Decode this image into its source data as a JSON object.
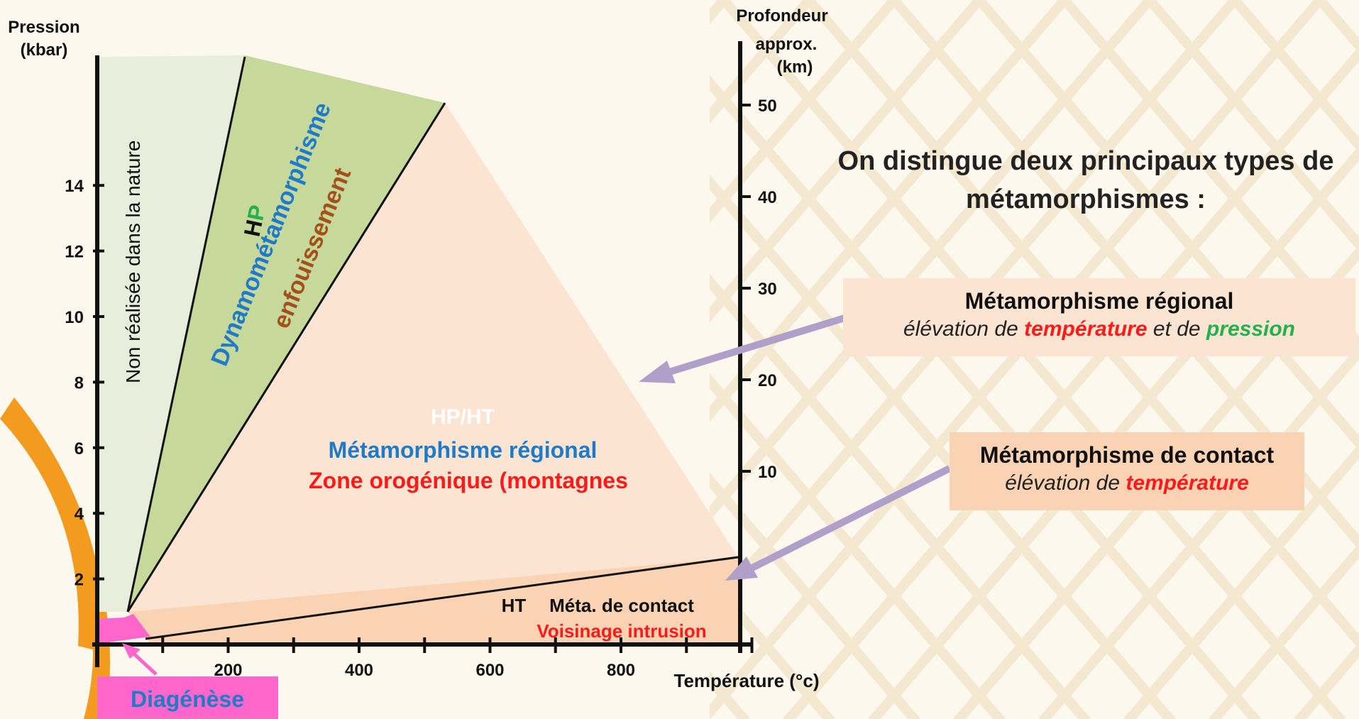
{
  "axes": {
    "y_title": "Pression\n(kbar)",
    "y_title_line1": "Pression",
    "y_title_line2": "(kbar)",
    "y_ticks": [
      "2",
      "4",
      "6",
      "8",
      "10",
      "12",
      "14"
    ],
    "x_title": "Température (°c)",
    "x_ticks": [
      "200",
      "400",
      "600",
      "800"
    ],
    "depth_title_line1": "Profondeur",
    "depth_title_line2": "approx.",
    "depth_title_line3": "(km)",
    "depth_ticks": [
      "10",
      "20",
      "30",
      "40",
      "50"
    ]
  },
  "zones": {
    "nature": "Non réalisée dans la nature",
    "hp_h": "H",
    "hp_p": "P",
    "dynamo": "Dynamométamorphisme",
    "enfouissement": "enfouissement",
    "hpht": "HP/HT",
    "regional_title": "Métamorphisme régional",
    "regional_sub": "Zone orogénique (montagnes",
    "ht": "HT",
    "contact_title": "Méta. de contact",
    "contact_sub": "Voisinage intrusion",
    "diagenese": "Diagénèse"
  },
  "intro": "On distingue deux principaux types de métamorphismes :",
  "box_regional": {
    "title": "Métamorphisme régional",
    "sub_prefix": "élévation de ",
    "sub_hl1": "température",
    "sub_mid": " et de ",
    "sub_hl2": "pression"
  },
  "box_contact": {
    "title": "Métamorphisme de contact",
    "sub_prefix": "élévation de ",
    "sub_hl1": "température"
  },
  "colors": {
    "nature_zone": "#e9eddc",
    "hp_zone": "#c6d89a",
    "regional_zone": "#fbe4d2",
    "contact_zone": "#f9d3b4",
    "diagenese": "#ff66cc",
    "arrow": "#b09fc8",
    "blue_text": "#1f7ac8",
    "red_text": "#ff1a1a",
    "brown_text": "#a3501a",
    "green_text": "#22b14c"
  }
}
